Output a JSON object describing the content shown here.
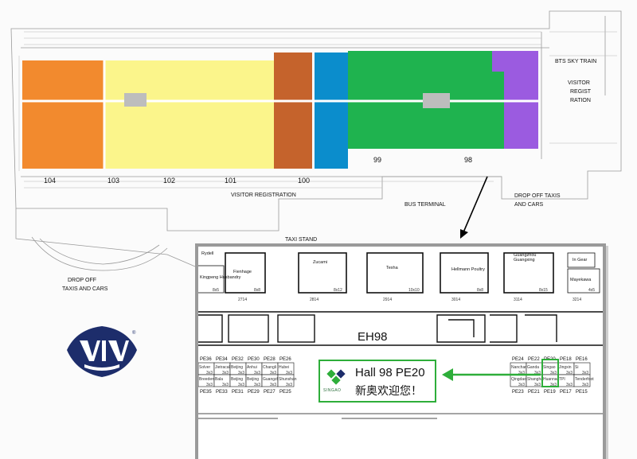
{
  "map": {
    "halls": [
      {
        "label": "104",
        "color": "#f28a2e"
      },
      {
        "label": "103",
        "color": "#fbf58b"
      },
      {
        "label": "102",
        "color": "#fbf58b"
      },
      {
        "label": "101",
        "color": "#fbf58b"
      },
      {
        "label": "100",
        "color": "#c5632c"
      },
      {
        "label": "99",
        "color": "#0b8dcc"
      },
      {
        "label": "98",
        "color": "#1fb34f"
      },
      {
        "label_hidden": "",
        "color": "#9b5be0"
      }
    ],
    "labels": {
      "bts": "BTS SKY TRAIN",
      "visitor_reg_1": "VISITOR",
      "visitor_reg_2": "REGIST",
      "visitor_reg_3": "RATION",
      "visitor_registration": "VISITOR REGISTRATION",
      "bus_terminal": "BUS TERMINAL",
      "drop_off_right_1": "DROP OFF TAXIS",
      "drop_off_right_2": "AND CARS",
      "taxi_stand": "TAXI STAND",
      "drop_off_left_1": "DROP OFF",
      "drop_off_left_2": "TAXIS AND CARS"
    }
  },
  "inset": {
    "hall_label": "EH98",
    "top_stands": [
      {
        "name": "Fienhage",
        "size": "8x8",
        "code": "2714"
      },
      {
        "name": "Zucami",
        "size": "8x12",
        "code": "2814"
      },
      {
        "name": "Texha",
        "size": "10x10",
        "code": "2914"
      },
      {
        "name": "Hellmann Poultry",
        "size": "8x8",
        "code": "3014"
      },
      {
        "name": "Guangxing",
        "size": "8x15",
        "code": "3114"
      },
      {
        "name": "Mayekawa",
        "size": "4x5",
        "code": "3214"
      }
    ],
    "top_left_stand": {
      "name": "Kingpeng Husbandry",
      "size": "8x5"
    },
    "top_extra": {
      "in_gear": "In Gear",
      "guangxing2": "Guangzhou",
      "rydell": "Rydell"
    },
    "left_row_codes_top": [
      "PE36",
      "PE34",
      "PE32",
      "PE30",
      "PE28",
      "PE26"
    ],
    "left_row_names_top": [
      "Solver",
      "Jietracal",
      "Beijing",
      "Anhui",
      "Changli",
      "Hubei"
    ],
    "left_row_names_bottom": [
      "Breedence",
      "Bala",
      "Beijing",
      "Beijing",
      "Guangzh",
      "Shunshan"
    ],
    "left_row_codes_bottom": [
      "PE35",
      "PE33",
      "PE31",
      "PE29",
      "PE27",
      "PE25"
    ],
    "right_row_codes_top": [
      "PE24",
      "PE22",
      "PE20",
      "PE18",
      "PE16"
    ],
    "right_row_names_top": [
      "Nanchang",
      "Ganda",
      "Singao",
      "Jingxin",
      "Si"
    ],
    "right_row_names_bottom": [
      "Qingdao",
      "Shanghai",
      "Huannan",
      "TPI",
      "Tenderfoot"
    ],
    "right_row_codes_bottom": [
      "PE23",
      "PE21",
      "PE19",
      "PE17",
      "PE15"
    ],
    "stand_size": "3x3"
  },
  "callout": {
    "brand": "SINGAO",
    "line1": "Hall 98 PE20",
    "line2": "新奥欢迎您！",
    "accent": "#2eae3a"
  },
  "logo": {
    "name": "viv",
    "color": "#1d2d6b"
  }
}
